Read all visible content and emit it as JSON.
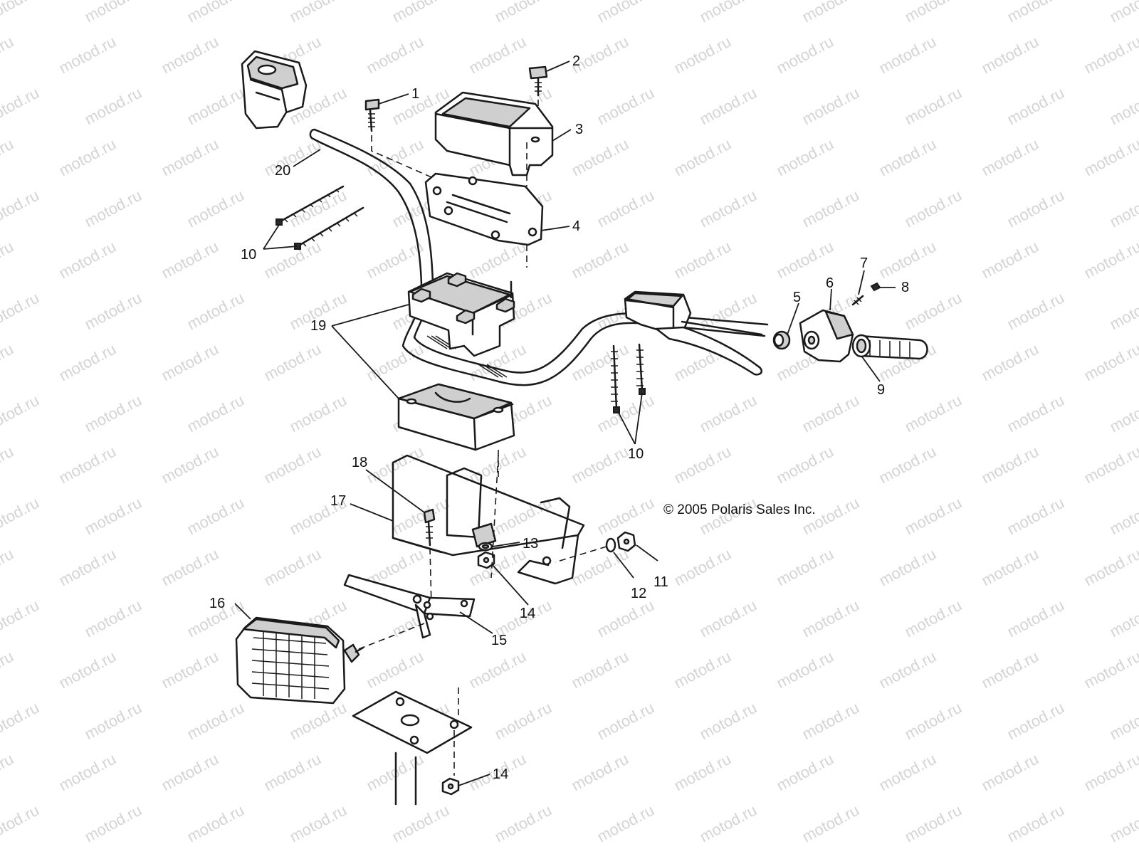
{
  "watermark": "motod.ru",
  "copyright": "© 2005 Polaris Sales Inc.",
  "callouts": {
    "c1": "1",
    "c2": "2",
    "c3": "3",
    "c4": "4",
    "c5": "5",
    "c6": "6",
    "c7": "7",
    "c8": "8",
    "c9": "9",
    "c10a": "10",
    "c10b": "10",
    "c11": "11",
    "c12": "12",
    "c13": "13",
    "c14a": "14",
    "c14b": "14",
    "c15": "15",
    "c16": "16",
    "c17": "17",
    "c18": "18",
    "c19": "19",
    "c20": "20"
  }
}
